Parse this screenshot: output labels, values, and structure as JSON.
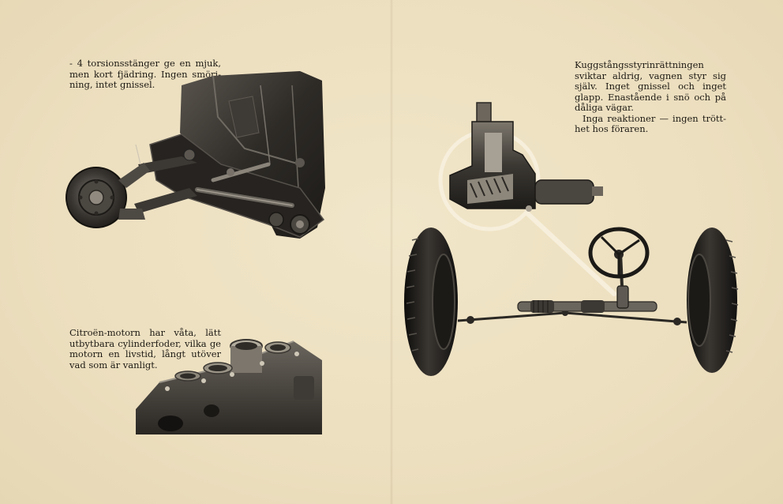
{
  "captions": {
    "torsion": "- 4 torsionsstänger ge en mjuk, men kort fjädring. Ingen smörj­ning, intet gnissel.",
    "engine": "Citroën-motorn har våta, lätt utbytbara cylinderfoder, vilka ge motorn en livstid, långt utöver vad som är vanligt.",
    "steering_1": "Kuggstångsstyrinrättningen sviktar aldrig, vagnen styr sig själv. Inget gnissel och inget glapp. Enastående i snö och på dåliga vägar.",
    "steering_2": "Inga reaktioner — ingen trött­het hos föraren."
  },
  "illustrations": {
    "suspension": "front-suspension-photo",
    "engine_block": "engine-block-photo",
    "steering": "rack-and-pinion-steering-photo"
  },
  "colors": {
    "paper": "#efe2c3",
    "ink": "#1e1a14",
    "metal_dark": "#2b2824",
    "metal_mid": "#4a4640",
    "metal_light": "#8a847a"
  }
}
